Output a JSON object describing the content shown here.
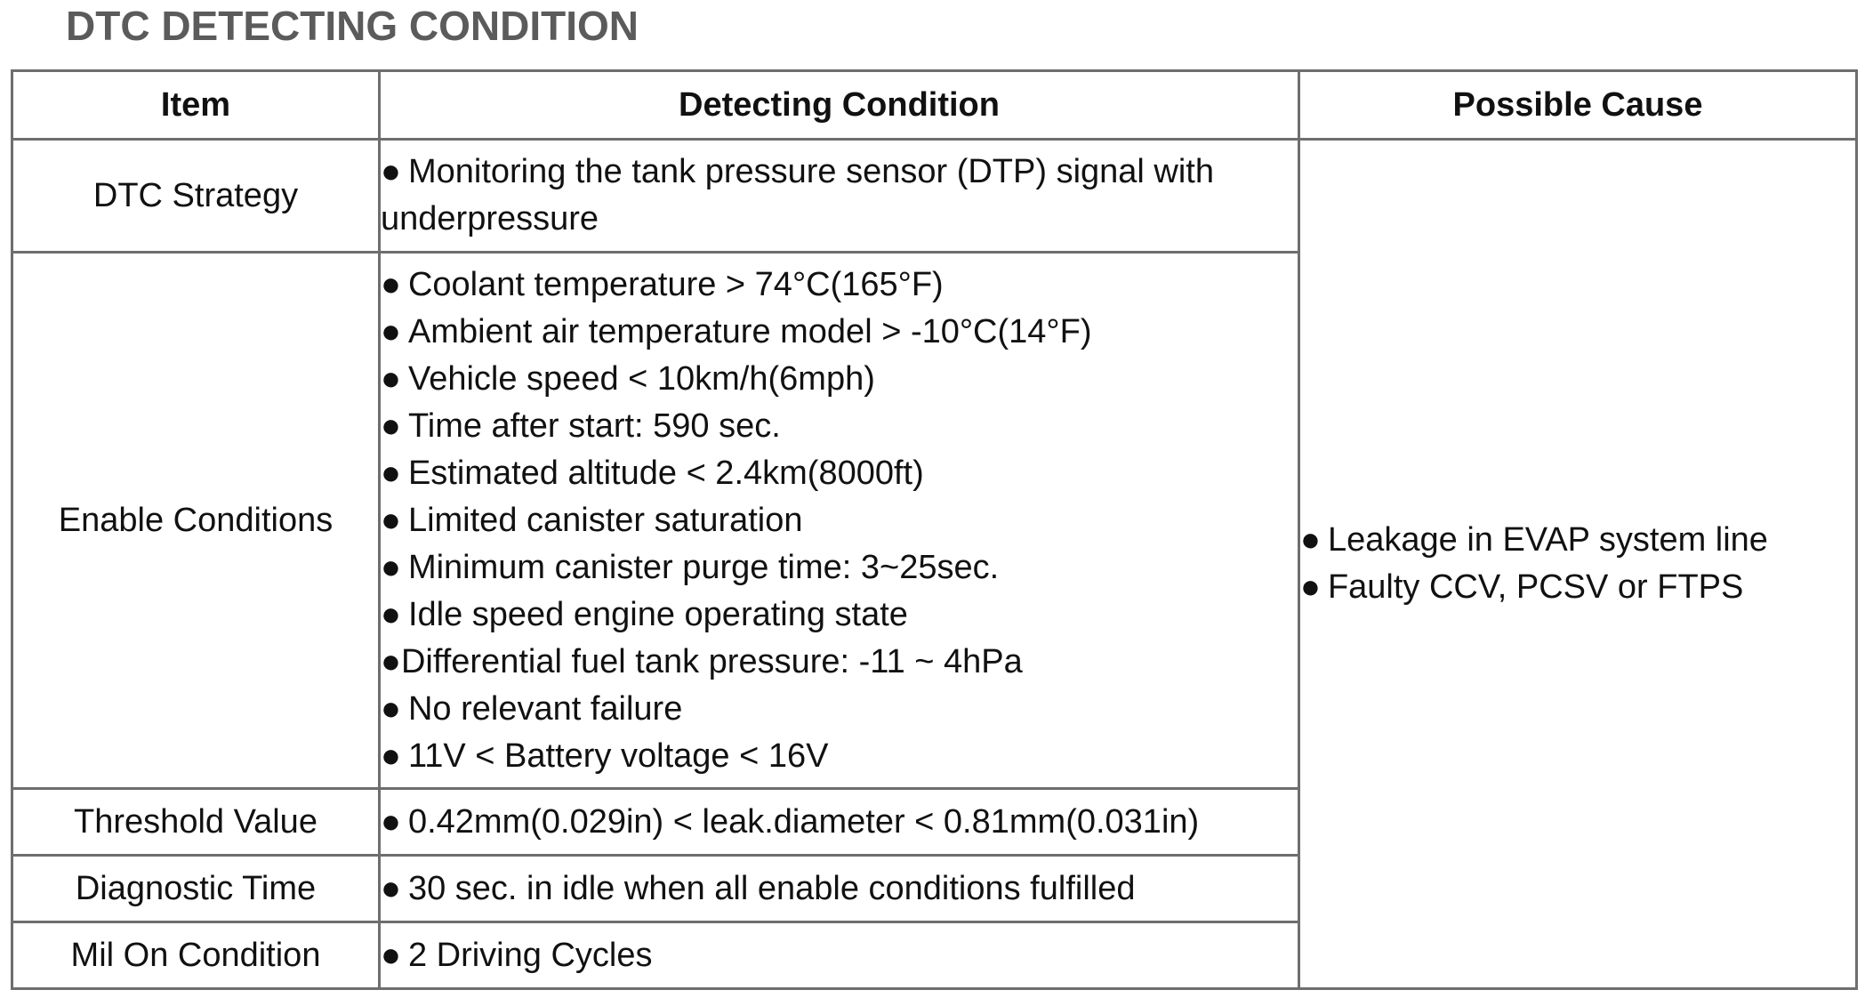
{
  "title": "DTC DETECTING CONDITION",
  "columns": [
    "Item",
    "Detecting Condition",
    "Possible Cause"
  ],
  "bullet": "●",
  "rows": [
    {
      "item": "DTC Strategy",
      "conditions": [
        "Monitoring the tank pressure sensor (DTP) signal with underpressure"
      ]
    },
    {
      "item": "Enable Conditions",
      "conditions": [
        "Coolant temperature > 74°C(165°F)",
        "Ambient air temperature model > -10°C(14°F)",
        "Vehicle speed < 10km/h(6mph)",
        "Time after start: 590 sec.",
        "Estimated altitude < 2.4km(8000ft)",
        "Limited canister saturation",
        "Minimum canister purge time: 3~25sec.",
        "Idle speed engine operating state",
        "Differential fuel tank pressure: -11 ~ 4hPa",
        "No relevant failure",
        "11V < Battery voltage < 16V"
      ]
    },
    {
      "item": "Threshold Value",
      "conditions": [
        "0.42mm(0.029in) < leak.diameter < 0.81mm(0.031in)"
      ]
    },
    {
      "item": "Diagnostic Time",
      "conditions": [
        "30 sec. in idle when all enable conditions fulfilled"
      ]
    },
    {
      "item": "Mil On Condition",
      "conditions": [
        "2 Driving Cycles"
      ]
    }
  ],
  "possible_causes": [
    "Leakage in EVAP system line",
    "Faulty CCV, PCSV or FTPS"
  ]
}
